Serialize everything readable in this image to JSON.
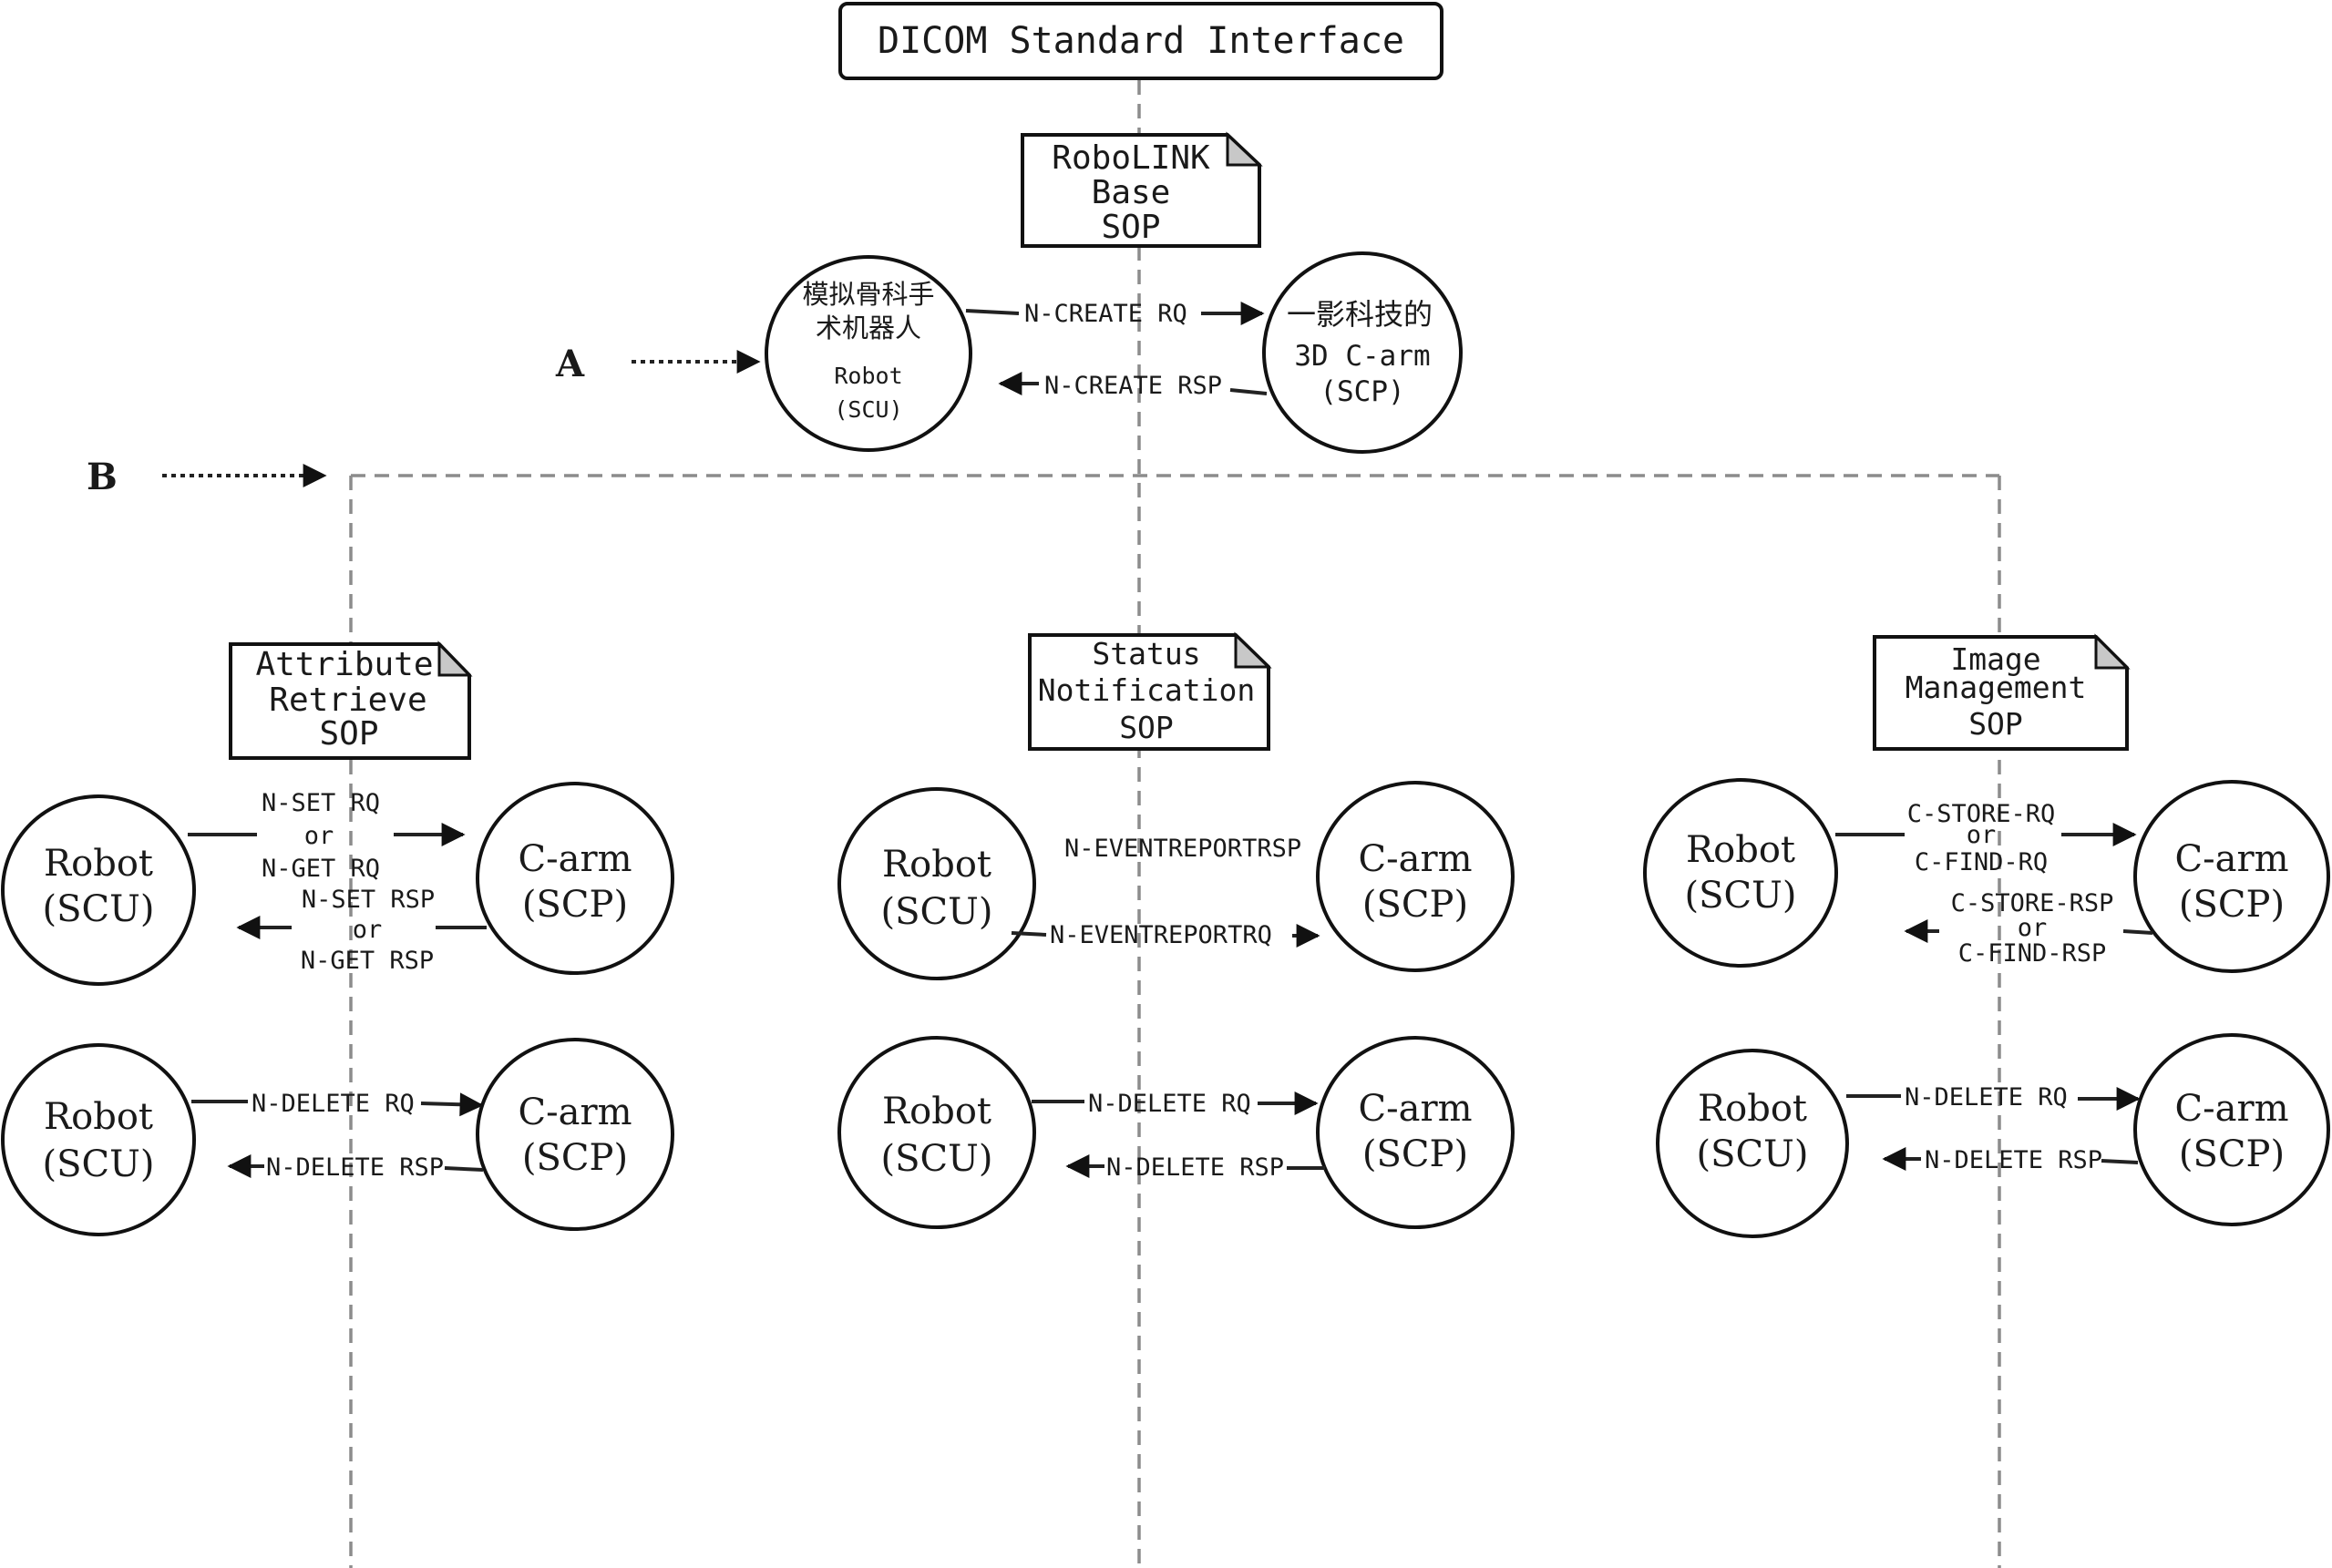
{
  "header": {
    "title": "DICOM Standard Interface"
  },
  "markers": {
    "a": "A",
    "b": "B"
  },
  "colors": {
    "stroke": "#111111",
    "dash": "#8c8c8c",
    "fold": "#c8c8c8",
    "background": "#ffffff"
  },
  "base": {
    "sop": [
      "RoboLINK",
      "Base",
      "SOP"
    ],
    "robot": {
      "line1": "模拟骨科手",
      "line2": "术机器人",
      "line3": "Robot",
      "line4": "(SCU)"
    },
    "carm": {
      "line1": "一影科技的",
      "line2": "3D C-arm",
      "line3": "(SCP)"
    },
    "msg_rq": "N-CREATE RQ",
    "msg_rsp": "N-CREATE RSP"
  },
  "sections": [
    {
      "sop": [
        "Attribute",
        "Retrieve",
        "SOP"
      ],
      "robot": [
        "Robot",
        "(SCU)"
      ],
      "carm": [
        "C-arm",
        "(SCP)"
      ],
      "rq": [
        "N-SET RQ",
        "or",
        "N-GET RQ"
      ],
      "rsp": [
        "N-SET RSP",
        "or",
        "N-GET RSP"
      ],
      "del_rq": "N-DELETE RQ",
      "del_rsp": "N-DELETE RSP"
    },
    {
      "sop": [
        "Status",
        "Notification",
        "SOP"
      ],
      "robot": [
        "Robot",
        "(SCU)"
      ],
      "carm": [
        "C-arm",
        "(SCP)"
      ],
      "rq": [
        "N-EVENTREPORTRSP"
      ],
      "rsp": [
        "N-EVENTREPORTRQ"
      ],
      "del_rq": "N-DELETE RQ",
      "del_rsp": "N-DELETE RSP"
    },
    {
      "sop": [
        "Image",
        "Management",
        "SOP"
      ],
      "robot": [
        "Robot",
        "(SCU)"
      ],
      "carm": [
        "C-arm",
        "(SCP)"
      ],
      "rq": [
        "C-STORE-RQ",
        "or",
        "C-FIND-RQ"
      ],
      "rsp": [
        "C-STORE-RSP",
        "or",
        "C-FIND-RSP"
      ],
      "del_rq": "N-DELETE RQ",
      "del_rsp": "N-DELETE RSP"
    }
  ]
}
